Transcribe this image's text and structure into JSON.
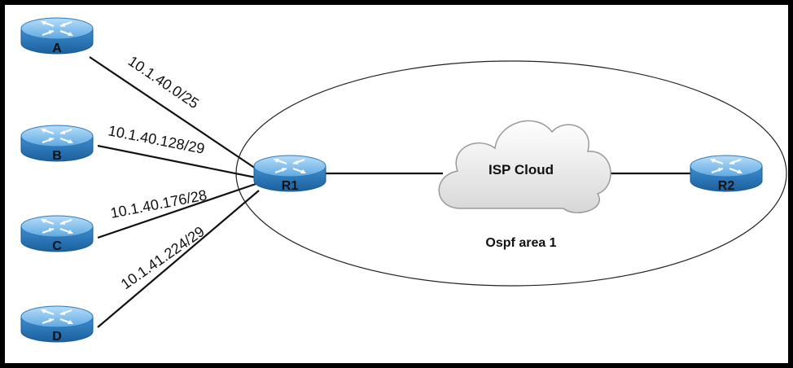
{
  "routers": {
    "a": "A",
    "b": "B",
    "c": "C",
    "d": "D",
    "r1": "R1",
    "r2": "R2"
  },
  "links": {
    "a_r1": "10.1.40.0/25",
    "b_r1": "10.1.40.128/29",
    "c_r1": "10.1.40.176/28",
    "d_r1": "10.1.41.224/29"
  },
  "cloud": {
    "label": "ISP Cloud"
  },
  "area": {
    "label": "Ospf area 1"
  },
  "colors": {
    "router_top": "#8cc4ee",
    "router_side": "#2a7fc4",
    "line": "#111111"
  }
}
